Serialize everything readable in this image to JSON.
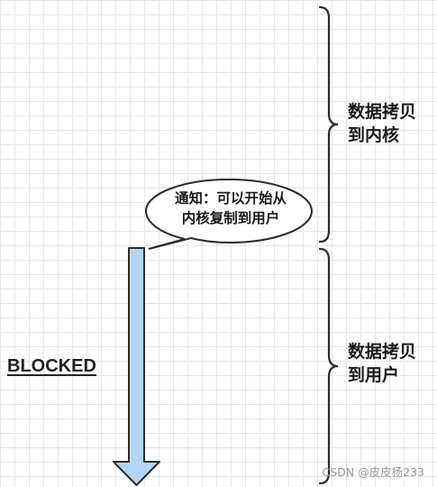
{
  "bubble": {
    "line1": "通知：可以开始从",
    "line2": "内核复制到用户"
  },
  "labels": {
    "top_line1": "数据拷贝",
    "top_line2": "到内核",
    "bottom_line1": "数据拷贝",
    "bottom_line2": "到用户",
    "blocked": "BLOCKED"
  },
  "watermark": "CSDN @皮皮杨233",
  "colors": {
    "arrow_fill": "#b3d6f5",
    "arrow_stroke": "#2b2b2b",
    "brace_stroke": "#2b2b2b"
  }
}
